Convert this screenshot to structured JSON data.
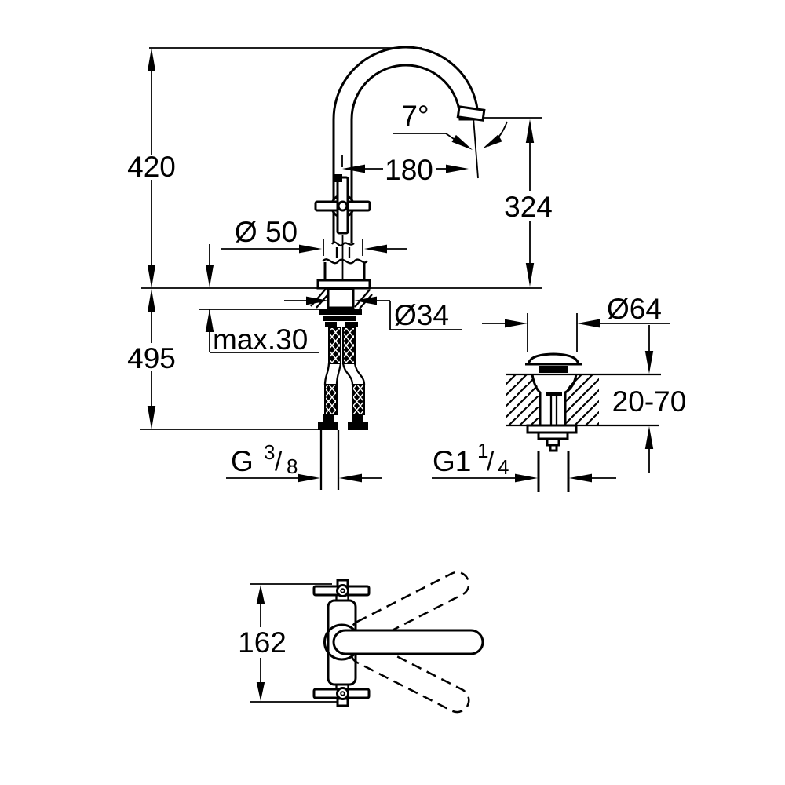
{
  "drawing": {
    "description": "Basin mixer tap technical installation drawing with pop-up waste detail and swivel-spout top view",
    "line_color": "#000000",
    "background_color": "#ffffff",
    "labels": {
      "total_height": "420",
      "below_counter_height": "495",
      "max_deck_thickness": "max.30",
      "body_diameter": "Ø 50",
      "shank_diameter": "Ø34",
      "spout_reach": "180",
      "outlet_angle": "7°",
      "outlet_height": "324",
      "waste_flange_diameter": "Ø64",
      "counter_thickness_range": "20-70",
      "supply_thread_main": "G",
      "supply_thread_numerator": "3",
      "supply_thread_slash": "/",
      "supply_thread_denominator": "8",
      "waste_thread_main": "G1",
      "waste_thread_numerator": "1",
      "waste_thread_slash": "/",
      "waste_thread_denominator": "4",
      "swivel_view_height": "162"
    }
  }
}
